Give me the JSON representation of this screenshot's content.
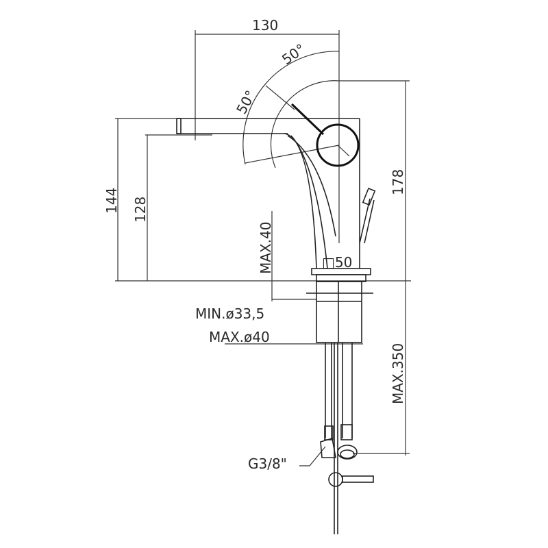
{
  "drawing": {
    "title": "Basin mixer dimensional drawing",
    "dimensions": {
      "width_top": "130",
      "angle_upper": "50°",
      "angle_lower": "50°",
      "height_total": "144",
      "height_spout": "128",
      "height_handle": "178",
      "max_deck_thickness": "MAX.40",
      "base_square": "□50",
      "min_hole": "MIN.ø33,5",
      "max_hole": "MAX.ø40",
      "max_hose_length": "MAX.350",
      "connection": "G3/8\""
    },
    "colors": {
      "line": "#222222",
      "background": "#ffffff"
    }
  }
}
